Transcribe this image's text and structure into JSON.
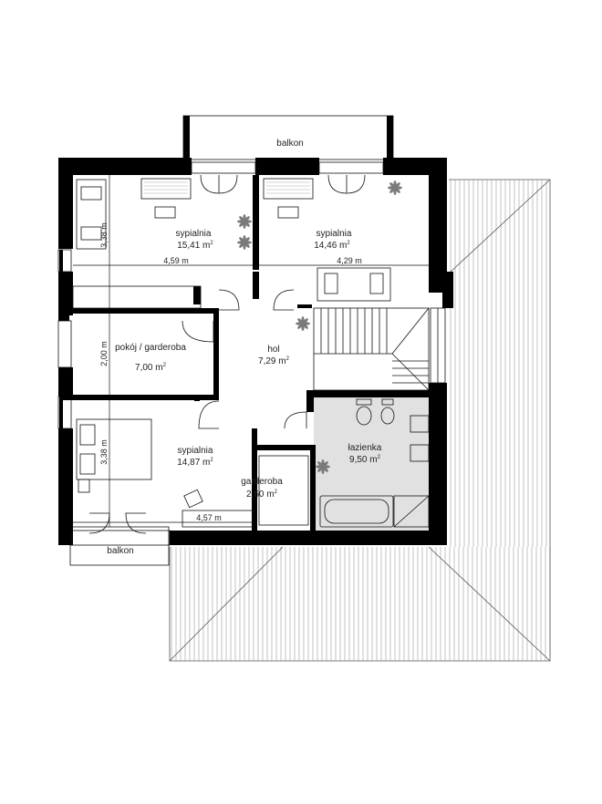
{
  "colors": {
    "wall": "#000000",
    "bathroom_floor": "#e1e1e1",
    "roof_hatch": "#9a9a9a",
    "plant": "#7a7a7a"
  },
  "rooms": {
    "bedroom_nw": {
      "name": "sypialnia",
      "area": "15,41 m",
      "width": "4,59 m",
      "depth": "3,38 m"
    },
    "bedroom_ne": {
      "name": "sypialnia",
      "area": "14,46 m",
      "width": "4,29 m"
    },
    "room_dressing": {
      "name": "pokój / garderoba",
      "area": "7,00 m",
      "depth": "2,00 m"
    },
    "hall": {
      "name": "hol",
      "area": "7,29 m"
    },
    "bedroom_sw": {
      "name": "sypialnia",
      "area": "14,87 m",
      "width": "4,57 m",
      "depth": "3,38 m"
    },
    "wardrobe": {
      "name": "garderoba",
      "area": "2,60 m"
    },
    "bathroom": {
      "name": "łazienka",
      "area": "9,50 m"
    }
  },
  "balconies": {
    "top": "balkon",
    "bottom": "balkon"
  },
  "area_unit_superscript": "2"
}
